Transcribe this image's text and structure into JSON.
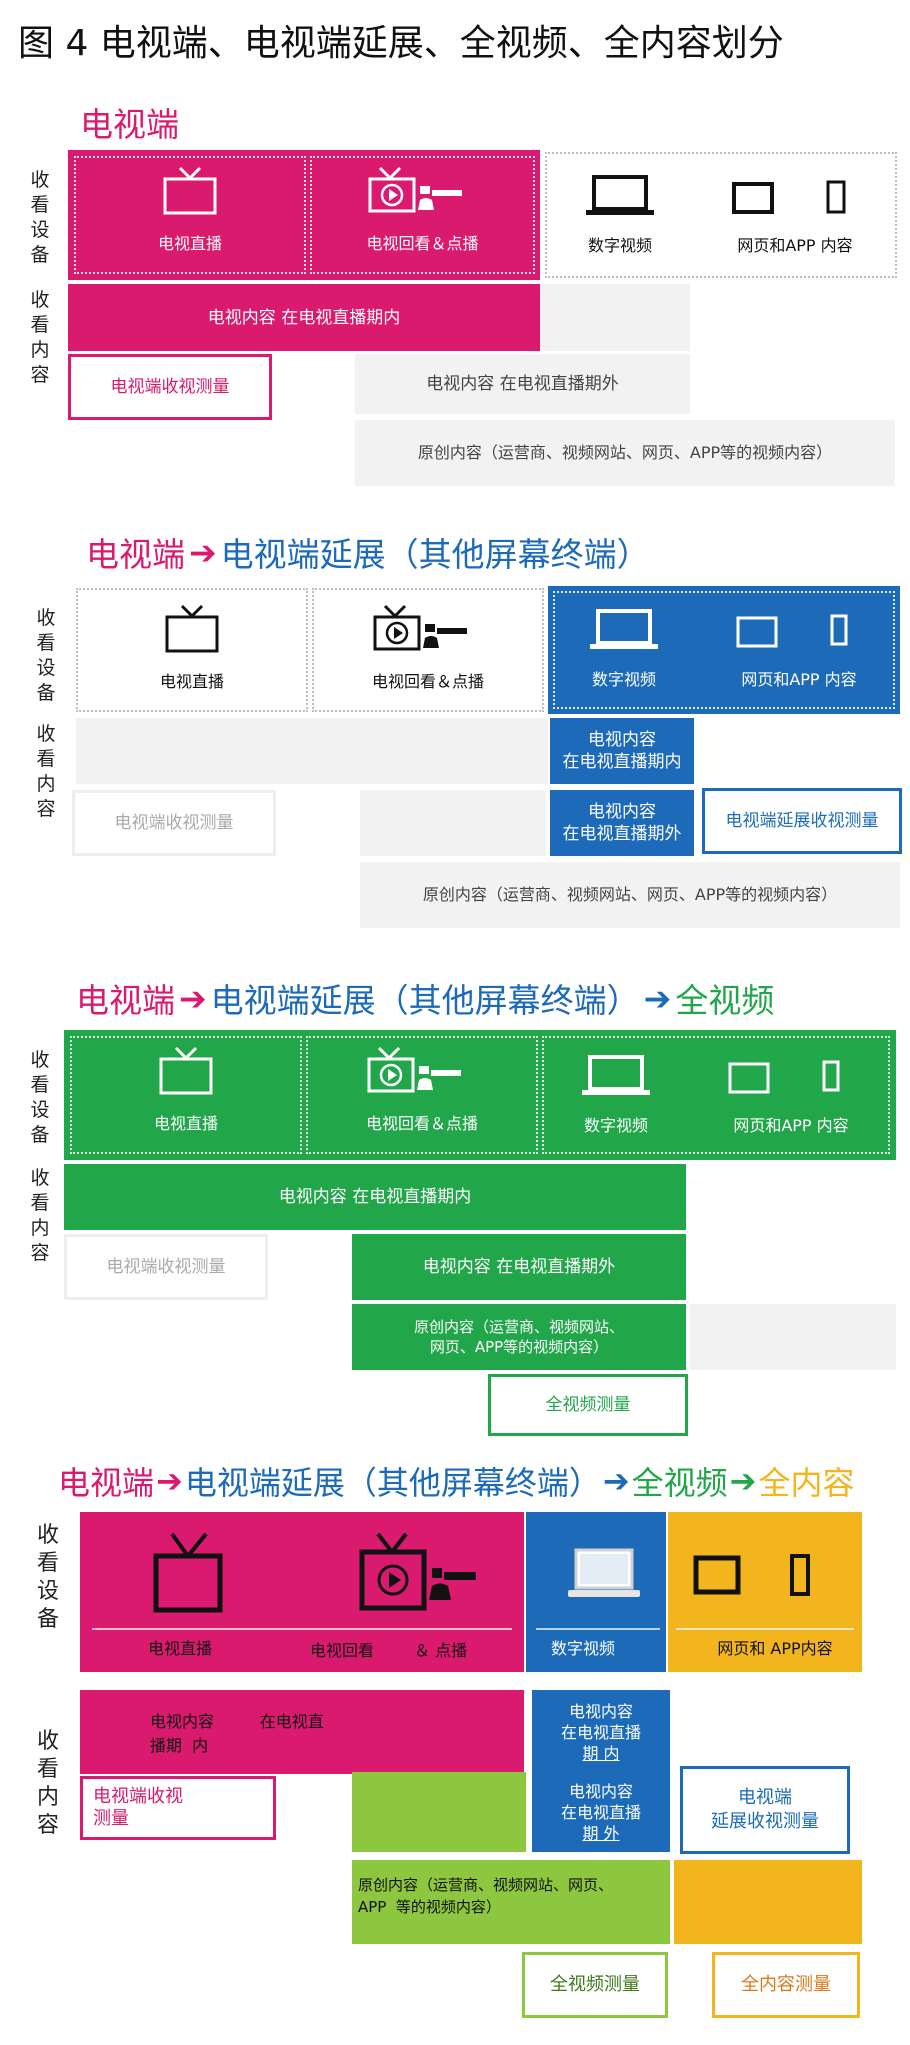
{
  "title": "图 4 电视端、电视端延展、全视频、全内容划分",
  "labels": {
    "devices": [
      "收",
      "看",
      "设",
      "备"
    ],
    "content": [
      "收",
      "看",
      "内",
      "容"
    ]
  },
  "terms": {
    "tv": "电视端",
    "tv_ext": "电视端延展（其他屏幕终端）",
    "tv_ext_nospace": "电视端延展（其他屏幕终端）",
    "all_video": "全视频",
    "all_content": "全内容",
    "arrow": "➔"
  },
  "devices": {
    "tv_live": "电视直播",
    "tv_replay": "电视回看＆点播",
    "tv_replay_split_a": "电视回看",
    "tv_replay_split_b": "＆ 点播",
    "digital_video": "数字视频",
    "web_app": "网页和APP 内容",
    "web_app_4": "网页和 APP内容"
  },
  "content": {
    "in_window": "电视内容  在电视直播期内",
    "out_window": "电视内容  在电视直播期外",
    "in_window_s2_a": "电视内容",
    "in_window_s2_b": "在电视直播期内",
    "out_window_s2_b": "在电视直播期外",
    "original": "原创内容（运营商、视频网站、网页、APP等的视频内容）",
    "original_s3_a": "原创内容（运营商、视频网站、",
    "original_s3_b": "网页、APP等的视频内容）",
    "s4_in_a": "电视内容         在电视直",
    "s4_in_b": "播期  内",
    "s4_blue_in_a": "电视内容",
    "s4_blue_in_b": "在电视直播",
    "s4_blue_in_c": "期 内",
    "s4_blue_out_c": "期 外",
    "original_s4_a": "原创内容（运营商、视频网站、网页、",
    "original_s4_b": "APP  等的视频内容）"
  },
  "measures": {
    "tv_measure": "电视端收视测量",
    "tv_ext_measure": "电视端延展收视测量",
    "all_video_measure": "全视频测量",
    "all_content_measure": "全内容测量",
    "tv_measure_a": "电视端收视",
    "tv_measure_b": "测量",
    "tv_ext_measure_a": "电视端",
    "tv_ext_measure_b": "延展收视测量"
  },
  "colors": {
    "magenta": "#d91a6e",
    "blue": "#1d6bb8",
    "green": "#21a64a",
    "lime": "#8dc63f",
    "yellow": "#f2b51d",
    "gray": "#f2f2f2"
  }
}
